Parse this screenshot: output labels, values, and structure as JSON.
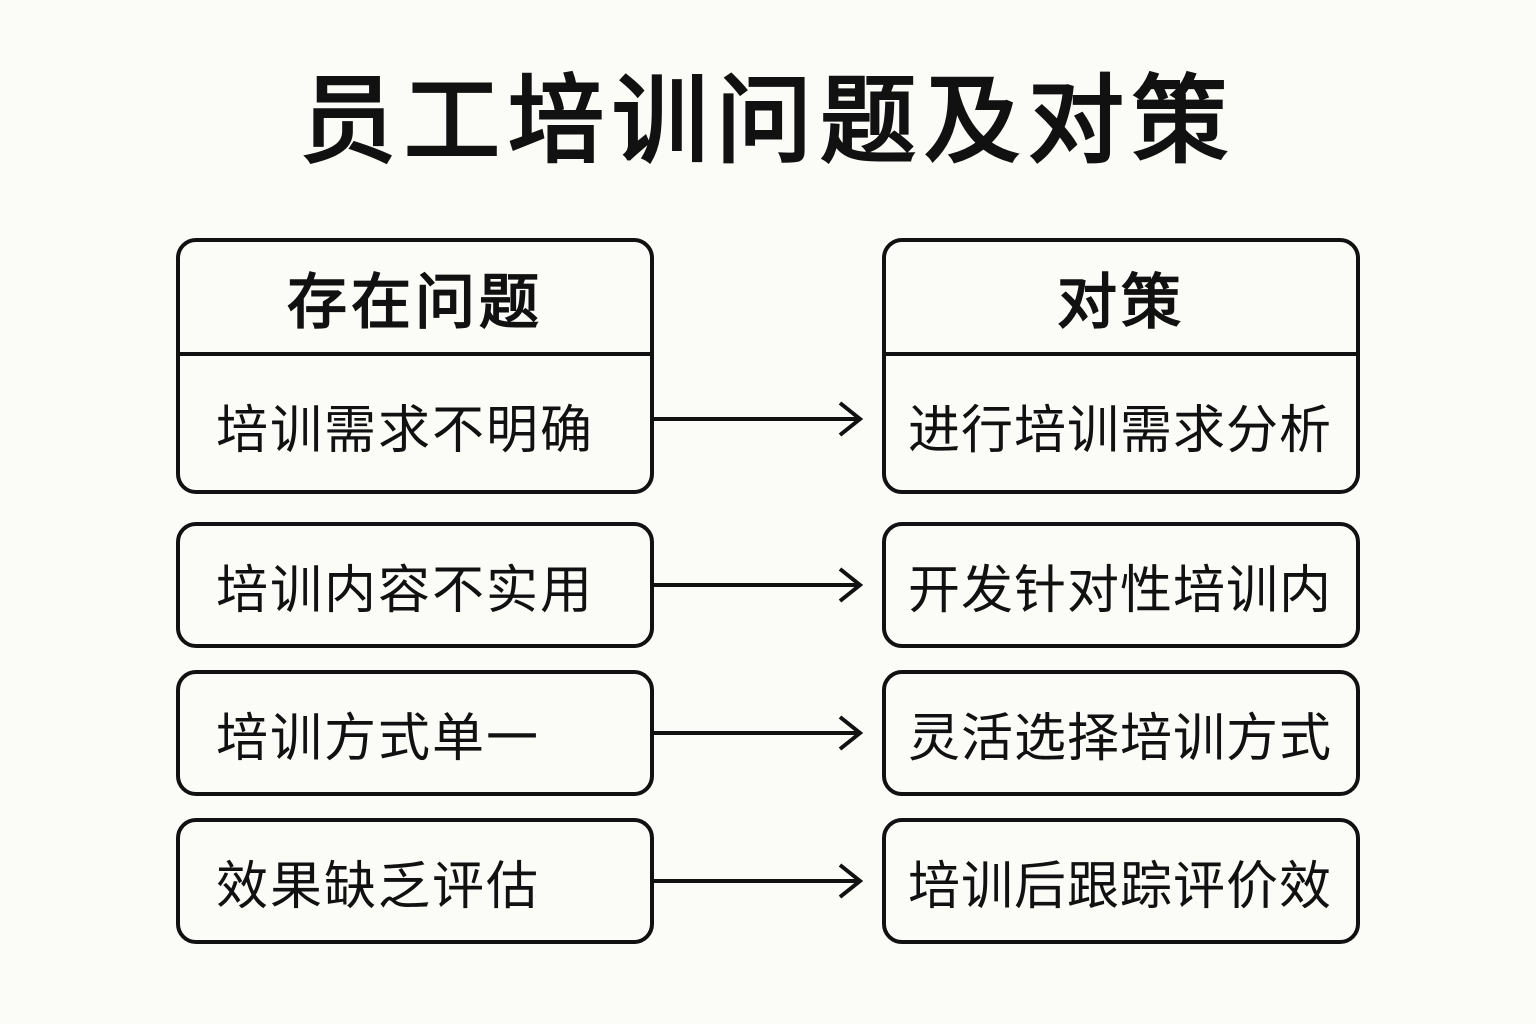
{
  "title": "员工培训问题及对策",
  "problems": {
    "header": "存在问题",
    "items": [
      "培训需求不明确",
      "培训内容不实用",
      "培训方式单一",
      "效果缺乏评估"
    ]
  },
  "solutions": {
    "header": "对策",
    "items": [
      "进行培训需求分析",
      "开发针对性培训内",
      "灵活选择培训方式",
      "培训后跟踪评价效"
    ]
  }
}
